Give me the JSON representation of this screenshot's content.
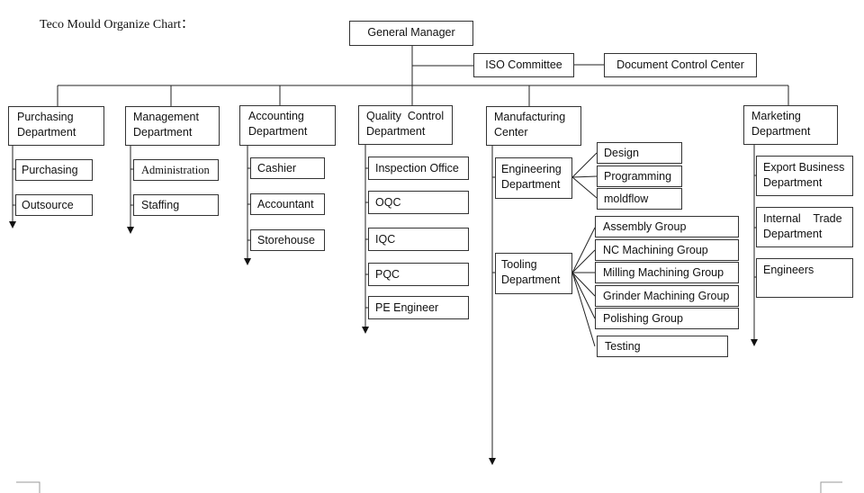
{
  "title": "Teco Mould Organize Chart：",
  "top": {
    "general_manager": "General Manager",
    "iso_committee": "ISO Committee",
    "document_control": "Document Control Center"
  },
  "purchasing": {
    "head": "Purchasing Department",
    "items": [
      "Purchasing",
      "Outsource"
    ]
  },
  "management": {
    "head": "Management Department",
    "items": [
      "Administration",
      "Staffing"
    ]
  },
  "accounting": {
    "head": "Accounting Department",
    "items": [
      "Cashier",
      "Accountant",
      "Storehouse"
    ]
  },
  "quality": {
    "head": "Quality  Control Department",
    "items": [
      "Inspection Office",
      "OQC",
      "IQC",
      "PQC",
      "PE Engineer"
    ]
  },
  "manufacturing": {
    "head": "Manufacturing Center",
    "engineering": {
      "head": "Engineering Department",
      "items": [
        "Design",
        "Programming",
        "moldflow"
      ]
    },
    "tooling": {
      "head": "Tooling Department",
      "items": [
        "Assembly Group",
        "NC Machining Group",
        "Milling Machining Group",
        "Grinder Machining Group",
        "Polishing Group",
        "Testing"
      ]
    }
  },
  "marketing": {
    "head": "Marketing Department",
    "items": [
      "Export Business Department",
      "Internal    Trade Department",
      "Engineers"
    ]
  }
}
